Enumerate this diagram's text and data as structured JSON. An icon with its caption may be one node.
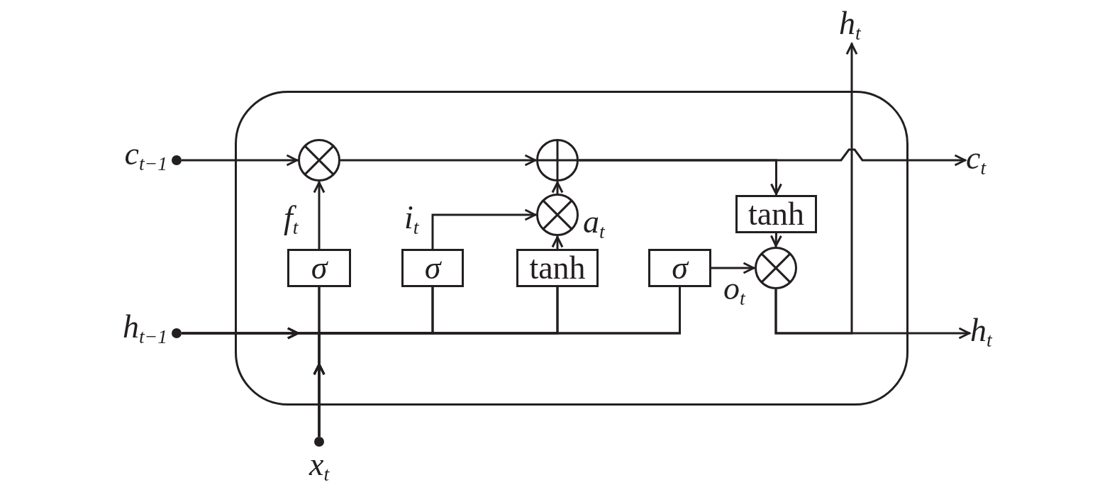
{
  "diagram": {
    "nodes": [
      {
        "text": [],
        "shape": "box"
      },
      {
        "text": [],
        "shape": "circle",
        "beside": [
          "c$_{t−1}$"
        ]
      },
      {
        "text": [],
        "shape": "circle",
        "beside": [
          "h$_{t−1}$"
        ]
      },
      {
        "text": [],
        "shape": "circle",
        "beside": [
          "x$_{t}$"
        ]
      },
      {
        "text": [],
        "shape": "circle",
        "in": 0
      },
      {
        "text": [],
        "shape": "circle",
        "in": 0
      },
      {
        "text": [],
        "shape": "circle",
        "in": 0
      },
      {
        "text": [
          "tanh"
        ],
        "in": 0
      },
      {
        "text": [
          "σ"
        ],
        "in": 0
      },
      {
        "text": [
          "σ"
        ],
        "in": 0
      },
      {
        "text": [
          "tanh"
        ],
        "in": 0
      },
      {
        "text": [
          "σ"
        ],
        "in": 0
      },
      {
        "text": [],
        "shape": "circle",
        "in": 0
      },
      {
        "text": [
          "h$_{t}$"
        ]
      },
      {
        "text": [
          "c$_{t}$"
        ]
      },
      {
        "text": [
          "h$_{t}$"
        ]
      }
    ],
    "edges": [
      {
        "from": 1,
        "to": 4,
        "arrow": "to"
      },
      {
        "from": 4,
        "to": 5,
        "arrow": "to"
      },
      {
        "from": 5,
        "to": 14,
        "arrow": "to"
      },
      {
        "from": 5,
        "to": 7,
        "arrow": "to"
      },
      {
        "from": 6,
        "to": 5,
        "arrow": "to"
      },
      {
        "from": 8,
        "to": 4,
        "arrow": "to",
        "label": "f$_{t}$"
      },
      {
        "from": 9,
        "to": 6,
        "arrow": "to",
        "label": "i$_{t}$"
      },
      {
        "from": 10,
        "to": 6,
        "arrow": "to",
        "label": "a$_{t}$"
      },
      {
        "from": 7,
        "to": 12,
        "arrow": "to"
      },
      {
        "from": 11,
        "to": 12,
        "arrow": "to",
        "label": "o$_{t}$"
      },
      {
        "from": 12,
        "to": 15,
        "arrow": "to"
      },
      {
        "from": 12,
        "to": 13,
        "arrow": "to"
      },
      {
        "from": 2,
        "to": 8,
        "arrow": "to"
      },
      {
        "from": 2,
        "to": 9,
        "arrow": "to"
      },
      {
        "from": 2,
        "to": 10,
        "arrow": "to"
      },
      {
        "from": 2,
        "to": 11,
        "arrow": "to"
      },
      {
        "from": 3,
        "to": 8,
        "arrow": "to"
      },
      {
        "from": 3,
        "to": 9,
        "arrow": "to"
      },
      {
        "from": 3,
        "to": 10,
        "arrow": "to"
      },
      {
        "from": 3,
        "to": 11,
        "arrow": "to"
      }
    ]
  }
}
